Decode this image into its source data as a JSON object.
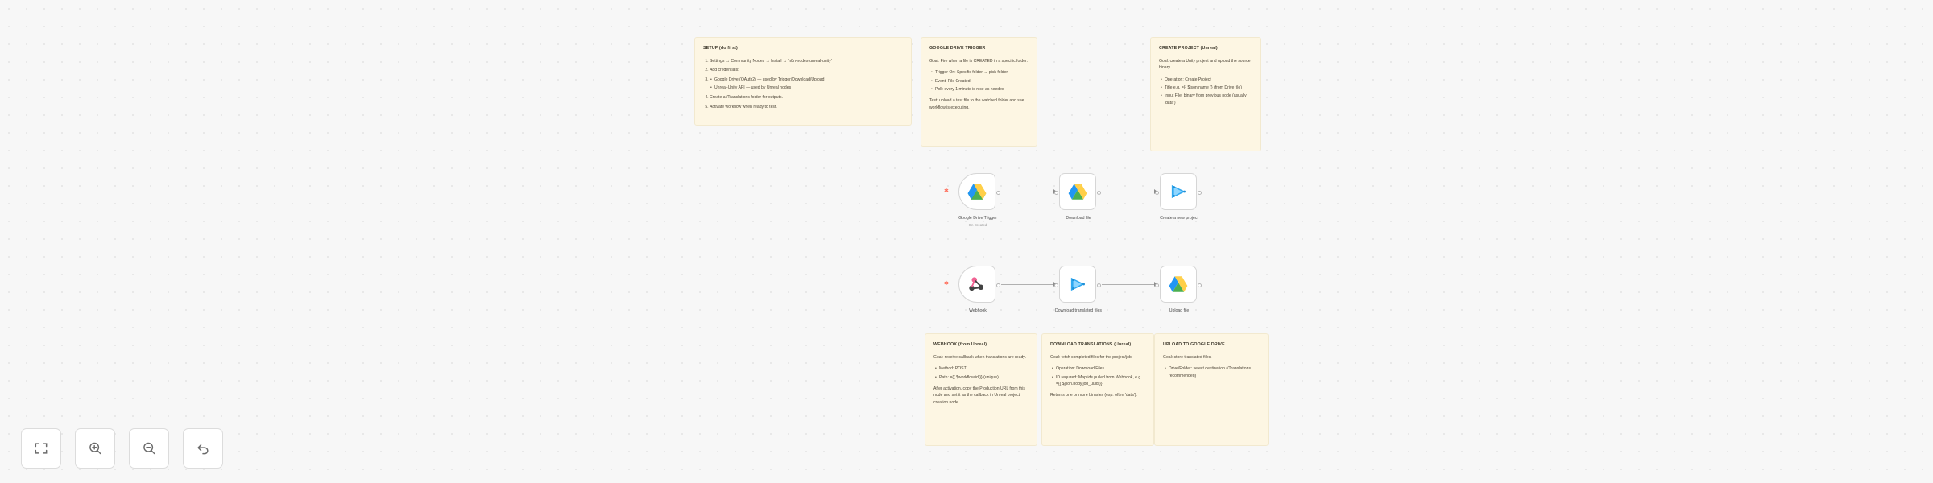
{
  "canvas": {
    "background_color": "#f7f7f7",
    "dot_color": "#e3e3e3",
    "sticky_color": "#fdf6e3",
    "sticky_border_color": "#f2e9cf",
    "accent_trigger_color": "#ff6d5a"
  },
  "sticky_notes": {
    "setup": {
      "title": "SETUP (do first)",
      "steps": [
        "Settings → Community Nodes → Install → 'n8n-nodes-unreal-unity'",
        "Add credentials:",
        "Create a /Translations folder for outputs.",
        "Activate workflow when ready to test."
      ],
      "sub_items": [
        "Google Drive (OAuth2) — used by Trigger/Download/Upload",
        "Unreal-Unity API — used by Unreal nodes"
      ]
    },
    "google_drive_trigger": {
      "title": "GOOGLE DRIVE TRIGGER",
      "goal": "Goal: Fire when a file is CREATED in a specific folder.",
      "bullets": [
        "Trigger On: Specific folder → pick folder",
        "Event: File Created",
        "Poll: every 1 minute is nice as needed"
      ],
      "tail": "Test: upload a test file to the watched folder and see workflow is executing."
    },
    "create_project": {
      "title": "CREATE PROJECT (Unreal)",
      "goal": "Goal: create a Unity project and upload the source binary.",
      "bullets": [
        "Operation: Create Project",
        "Title e.g. ={{ $json.name }} (from Drive file)",
        "Input File: binary from previous node (usually 'data')"
      ],
      "token": "$json.name"
    },
    "webhook": {
      "title": "WEBHOOK (from Unreal)",
      "goal": "Goal: receive callback when translations are ready.",
      "bullets": [
        "Method: POST",
        "Path: ={{ $workflow.id }} (unique)"
      ],
      "token": "$workflow.id",
      "tail": "After activation, copy the Production URL from this node and set it as the callback in Unreal project creation node."
    },
    "download_translations": {
      "title": "DOWNLOAD TRANSLATIONS (Unreal)",
      "goal": "Goal: fetch completed files for the project/job.",
      "bullets": [
        "Operation: Download Files",
        "ID required: Map ids pulled from Webhook, e.g. ={{ $json.body.job_uuid }}"
      ],
      "token": "$json.body.job_uuid",
      "tail": "Returns one or more binaries (esp. often 'data')."
    },
    "upload_drive": {
      "title": "UPLOAD TO GOOGLE DRIVE",
      "goal": "Goal: store translated files.",
      "bullets": [
        "Drive/Folder: select destination (/Translations recommended)"
      ]
    }
  },
  "nodes": {
    "row1": [
      {
        "label": "Google Drive Trigger",
        "sublabel": "On Created",
        "icon": "google-drive-icon",
        "kind": "trigger"
      },
      {
        "label": "Download file",
        "sublabel": "",
        "icon": "google-drive-icon",
        "kind": "action"
      },
      {
        "label": "Create a new project",
        "sublabel": "",
        "icon": "unreal-unity-icon",
        "kind": "action"
      }
    ],
    "row2": [
      {
        "label": "Webhook",
        "sublabel": "",
        "icon": "webhook-icon",
        "kind": "trigger"
      },
      {
        "label": "Download translated files",
        "sublabel": "",
        "icon": "unreal-unity-icon",
        "kind": "action"
      },
      {
        "label": "Upload file",
        "sublabel": "",
        "icon": "google-drive-icon",
        "kind": "action"
      }
    ]
  },
  "controls": [
    {
      "name": "fit-to-view-button",
      "icon": "fit-view-icon"
    },
    {
      "name": "zoom-in-button",
      "icon": "zoom-in-icon"
    },
    {
      "name": "zoom-out-button",
      "icon": "zoom-out-icon"
    },
    {
      "name": "reset-zoom-button",
      "icon": "undo-arrow-icon"
    }
  ]
}
